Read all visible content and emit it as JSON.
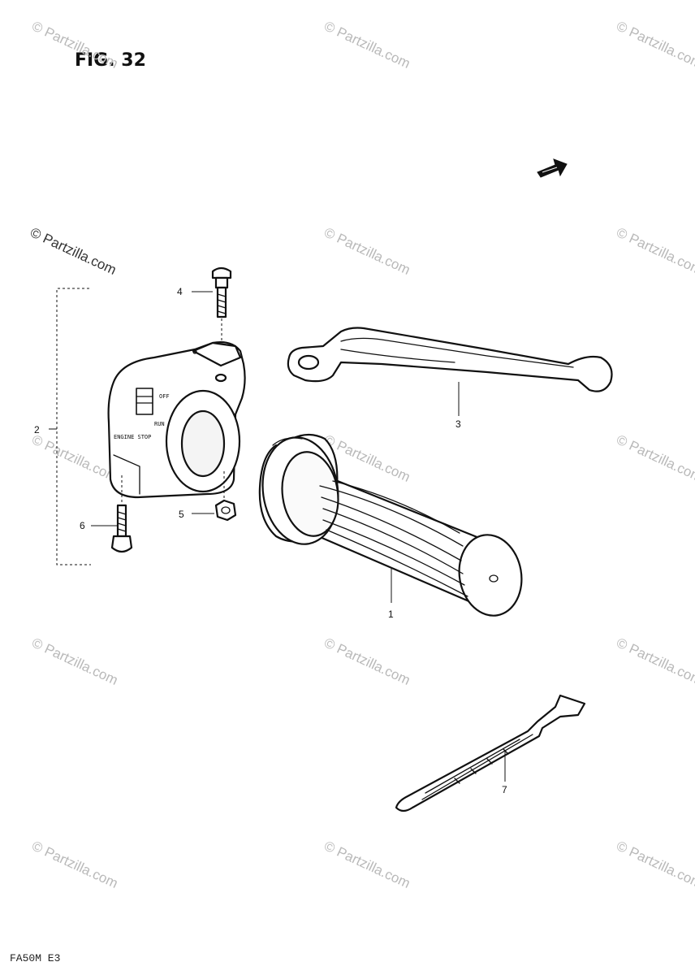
{
  "figure": {
    "title": "FIG. 32",
    "model_code": "FA50M E3"
  },
  "callouts": [
    {
      "id": "1",
      "label": "1"
    },
    {
      "id": "2",
      "label": "2"
    },
    {
      "id": "3",
      "label": "3"
    },
    {
      "id": "4",
      "label": "4"
    },
    {
      "id": "5",
      "label": "5"
    },
    {
      "id": "6",
      "label": "6"
    },
    {
      "id": "7",
      "label": "7"
    }
  ],
  "switch_labels": {
    "off": "OFF",
    "run": "RUN",
    "engine_stop": "ENGINE STOP"
  },
  "watermark": {
    "text": "© Partzilla.com",
    "color": "#b9b9b9"
  },
  "icons": {
    "front_arrow": "direction-arrow-icon"
  }
}
